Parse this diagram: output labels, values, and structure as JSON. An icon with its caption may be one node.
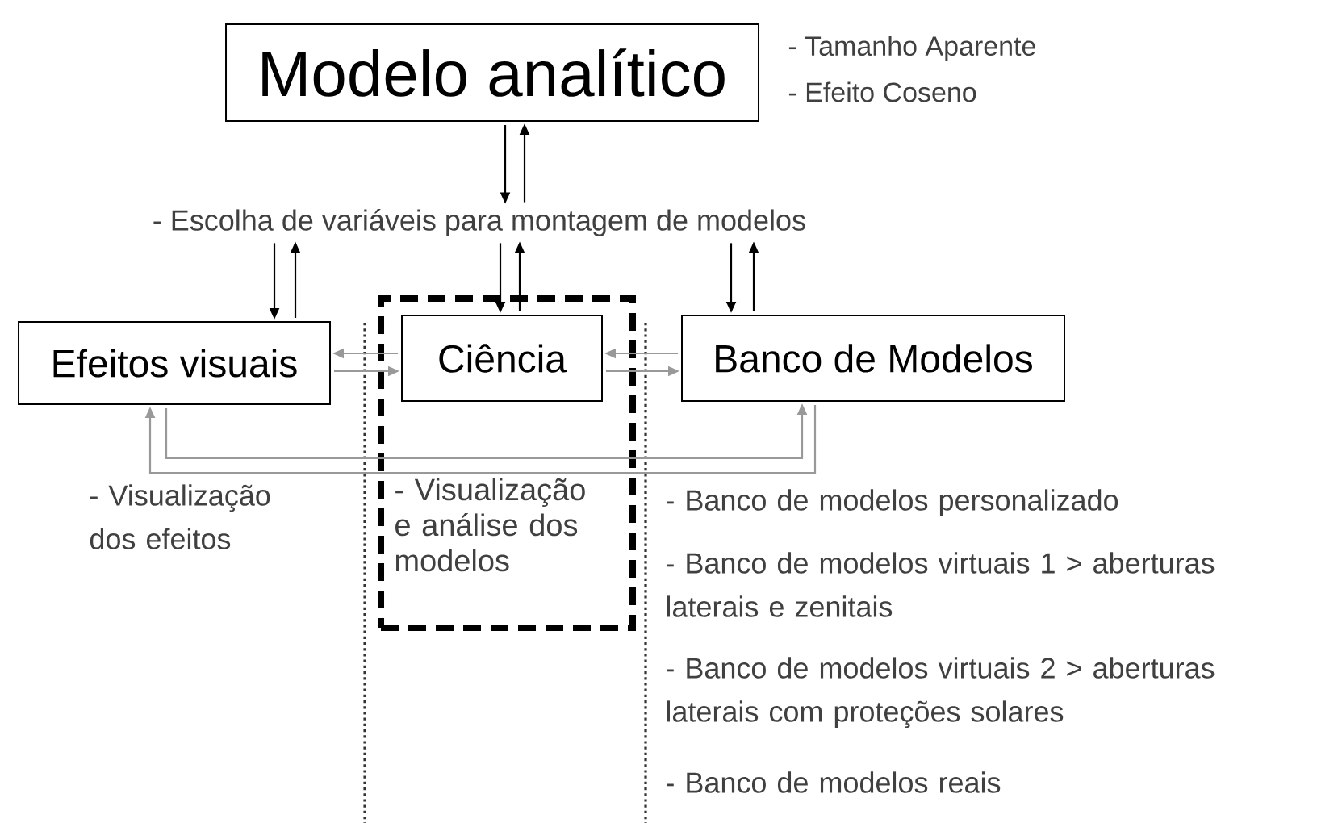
{
  "diagram": {
    "nodes": [
      {
        "text": [
          "Modelo analítico"
        ],
        "beside": [
          "- Tamanho Aparente",
          "- Efeito Coseno"
        ]
      },
      {
        "text": [
          "- Escolha de variáveis para montagem de modelos"
        ]
      },
      {
        "text": [
          "Efeitos visuais"
        ]
      },
      {
        "text": [
          "- Visualização e análise dos modelos"
        ]
      },
      {
        "text": [
          "Ciência"
        ],
        "in": 3
      },
      {
        "text": [
          "Banco de Modelos"
        ]
      }
    ],
    "edges": [
      {
        "from": 0,
        "to": 1,
        "arrow": "to"
      },
      {
        "from": 1,
        "to": 0,
        "arrow": "to"
      },
      {
        "from": 1,
        "to": 2,
        "arrow": "to"
      },
      {
        "from": 2,
        "to": 1,
        "arrow": "to"
      },
      {
        "from": 1,
        "to": 4,
        "arrow": "to"
      },
      {
        "from": 4,
        "to": 1,
        "arrow": "to"
      },
      {
        "from": 1,
        "to": 5,
        "arrow": "to"
      },
      {
        "from": 5,
        "to": 1,
        "arrow": "to"
      },
      {
        "from": 4,
        "to": 2,
        "arrow": "to",
        "color": "#999999"
      },
      {
        "from": 2,
        "to": 4,
        "arrow": "to",
        "color": "#999999"
      },
      {
        "from": 5,
        "to": 4,
        "arrow": "to",
        "color": "#999999"
      },
      {
        "from": 4,
        "to": 5,
        "arrow": "to",
        "color": "#999999"
      },
      {
        "from": 2,
        "to": 5,
        "arrow": "to",
        "color": "#999999"
      },
      {
        "from": 5,
        "to": 2,
        "arrow": "to",
        "color": "#999999"
      }
    ],
    "labels": [
      "- Visualização dos efeitos",
      "- Banco de modelos personalizado",
      "- Banco de modelos virtuais 1 > aberturas laterais e zenitais",
      "- Banco de modelos virtuais 2 > aberturas laterais com proteções solares",
      "- Banco de modelos reais"
    ]
  }
}
